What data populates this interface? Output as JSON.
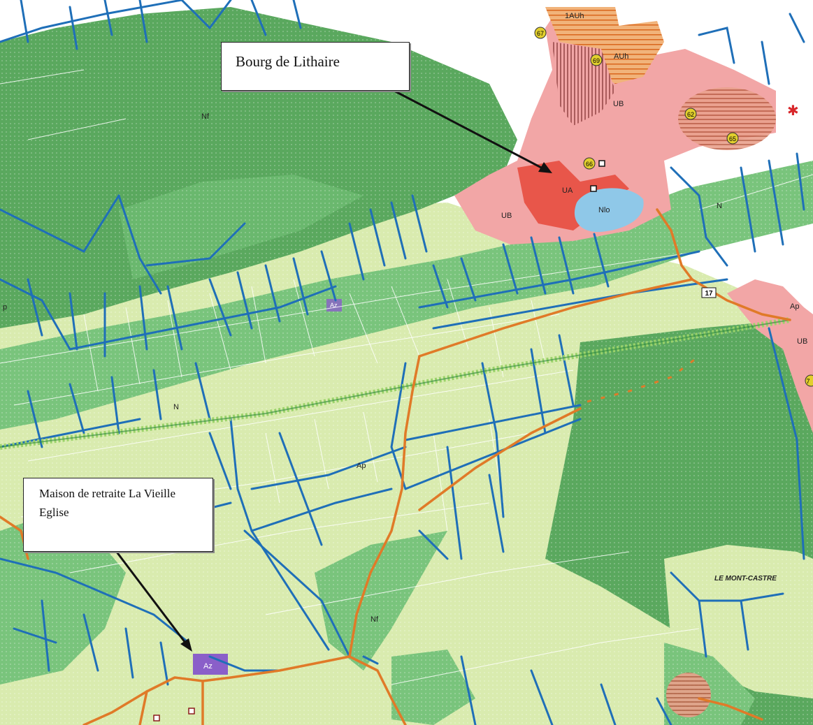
{
  "callouts": {
    "bourg": "Bourg de Lithaire",
    "maison": "Maison de retraite La Vieille Eglise"
  },
  "zone_labels": {
    "nf_north": "Nf",
    "nf_south": "Nf",
    "n_west": "N",
    "n_east": "N",
    "ap_center": "Ap",
    "ap_east": "Ap",
    "ap_west_edge": "p",
    "az_north": "Az",
    "az_south": "Az",
    "ua": "UA",
    "ub_north": "UB",
    "ub_west": "UB",
    "ub_east": "UB",
    "nlo": "Nlo",
    "au_1": "1AUh",
    "au_2": "AUh",
    "place_mont_castre": "LE MONT-CASTRE"
  },
  "markers": {
    "m67": "67",
    "m69": "69",
    "m66": "66",
    "m62": "62",
    "m65": "65",
    "m17": "17",
    "m7x": "7"
  },
  "colors": {
    "natural_forest": "#5aa85e",
    "natural": "#79c47c",
    "agricultural": "#d9ebaf",
    "urban_ub": "#f2a6a6",
    "urban_ua": "#e8564a",
    "water_zone": "#8fc8e8",
    "az_zone": "#8a5fc9",
    "hedge_blue": "#1f6fb8",
    "road_orange": "#e07a28",
    "future_zone": "#e68a3c"
  }
}
